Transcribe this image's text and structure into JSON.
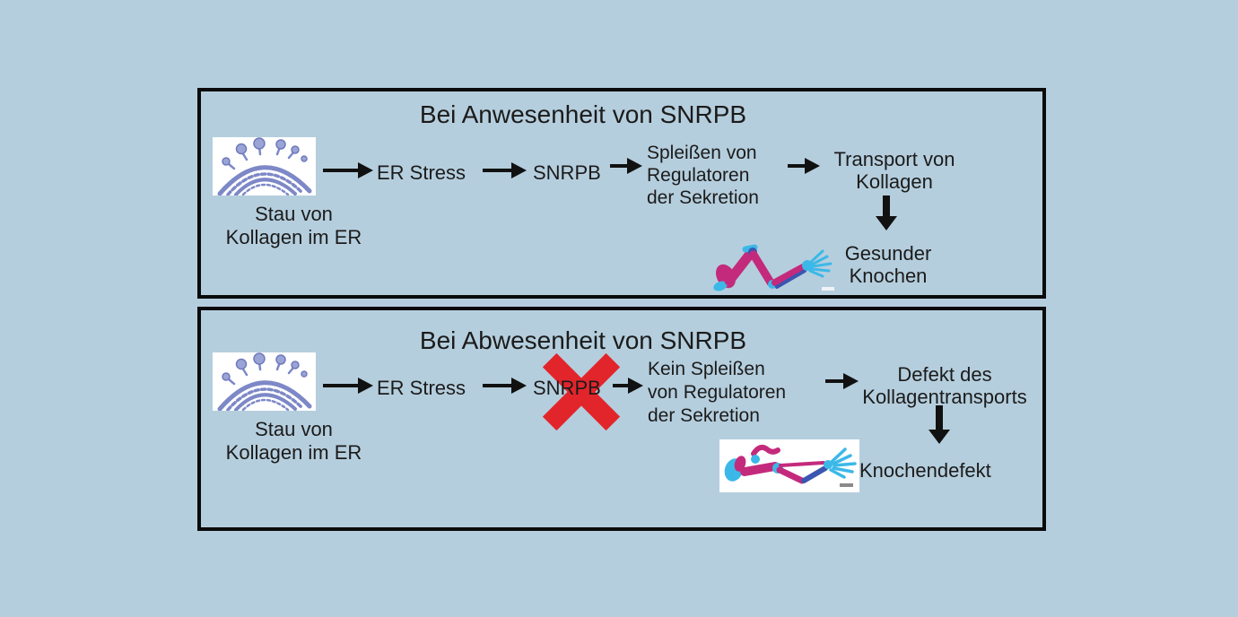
{
  "colors": {
    "background": "#b5cedd",
    "panel_border": "#0b0b0b",
    "text": "#1b1b1b",
    "arrow": "#111111",
    "red_x": "#e2252b",
    "er_drawing": "#7d88c7",
    "bone_magenta": "#c42a7c",
    "bone_cyan": "#3cb8e8"
  },
  "panels": {
    "present": {
      "title": "Bei Anwesenheit von SNRPB",
      "er_caption": "Stau von\nKollagen im ER",
      "step_er_stress": "ER Stress",
      "step_snrpb": "SNRPB",
      "step_splicing": "Spleißen von\nRegulatoren\nder Sekretion",
      "step_transport": "Transport von\nKollagen",
      "outcome": "Gesunder\nKnochen"
    },
    "absent": {
      "title": "Bei Abwesenheit von SNRPB",
      "er_caption": "Stau von\nKollagen im ER",
      "step_er_stress": "ER Stress",
      "step_snrpb": "SNRPB",
      "step_splicing": "Kein Spleißen\nvon Regulatoren\nder Sekretion",
      "step_transport": "Defekt des\nKollagentransports",
      "outcome": "Knochendefekt"
    }
  }
}
